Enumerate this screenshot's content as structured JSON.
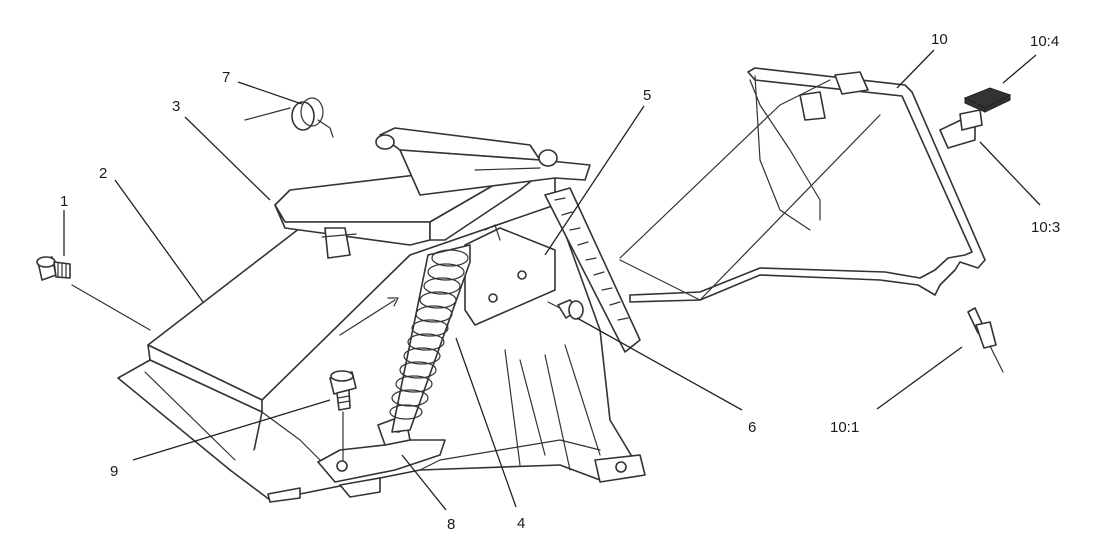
{
  "diagram": {
    "callouts": {
      "c1": "1",
      "c2": "2",
      "c3": "3",
      "c4": "4",
      "c5": "5",
      "c6": "6",
      "c7": "7",
      "c8": "8",
      "c9": "9",
      "c10": "10",
      "c10_1": "10:1",
      "c10_3": "10:3",
      "c10_4": "10:4"
    }
  }
}
